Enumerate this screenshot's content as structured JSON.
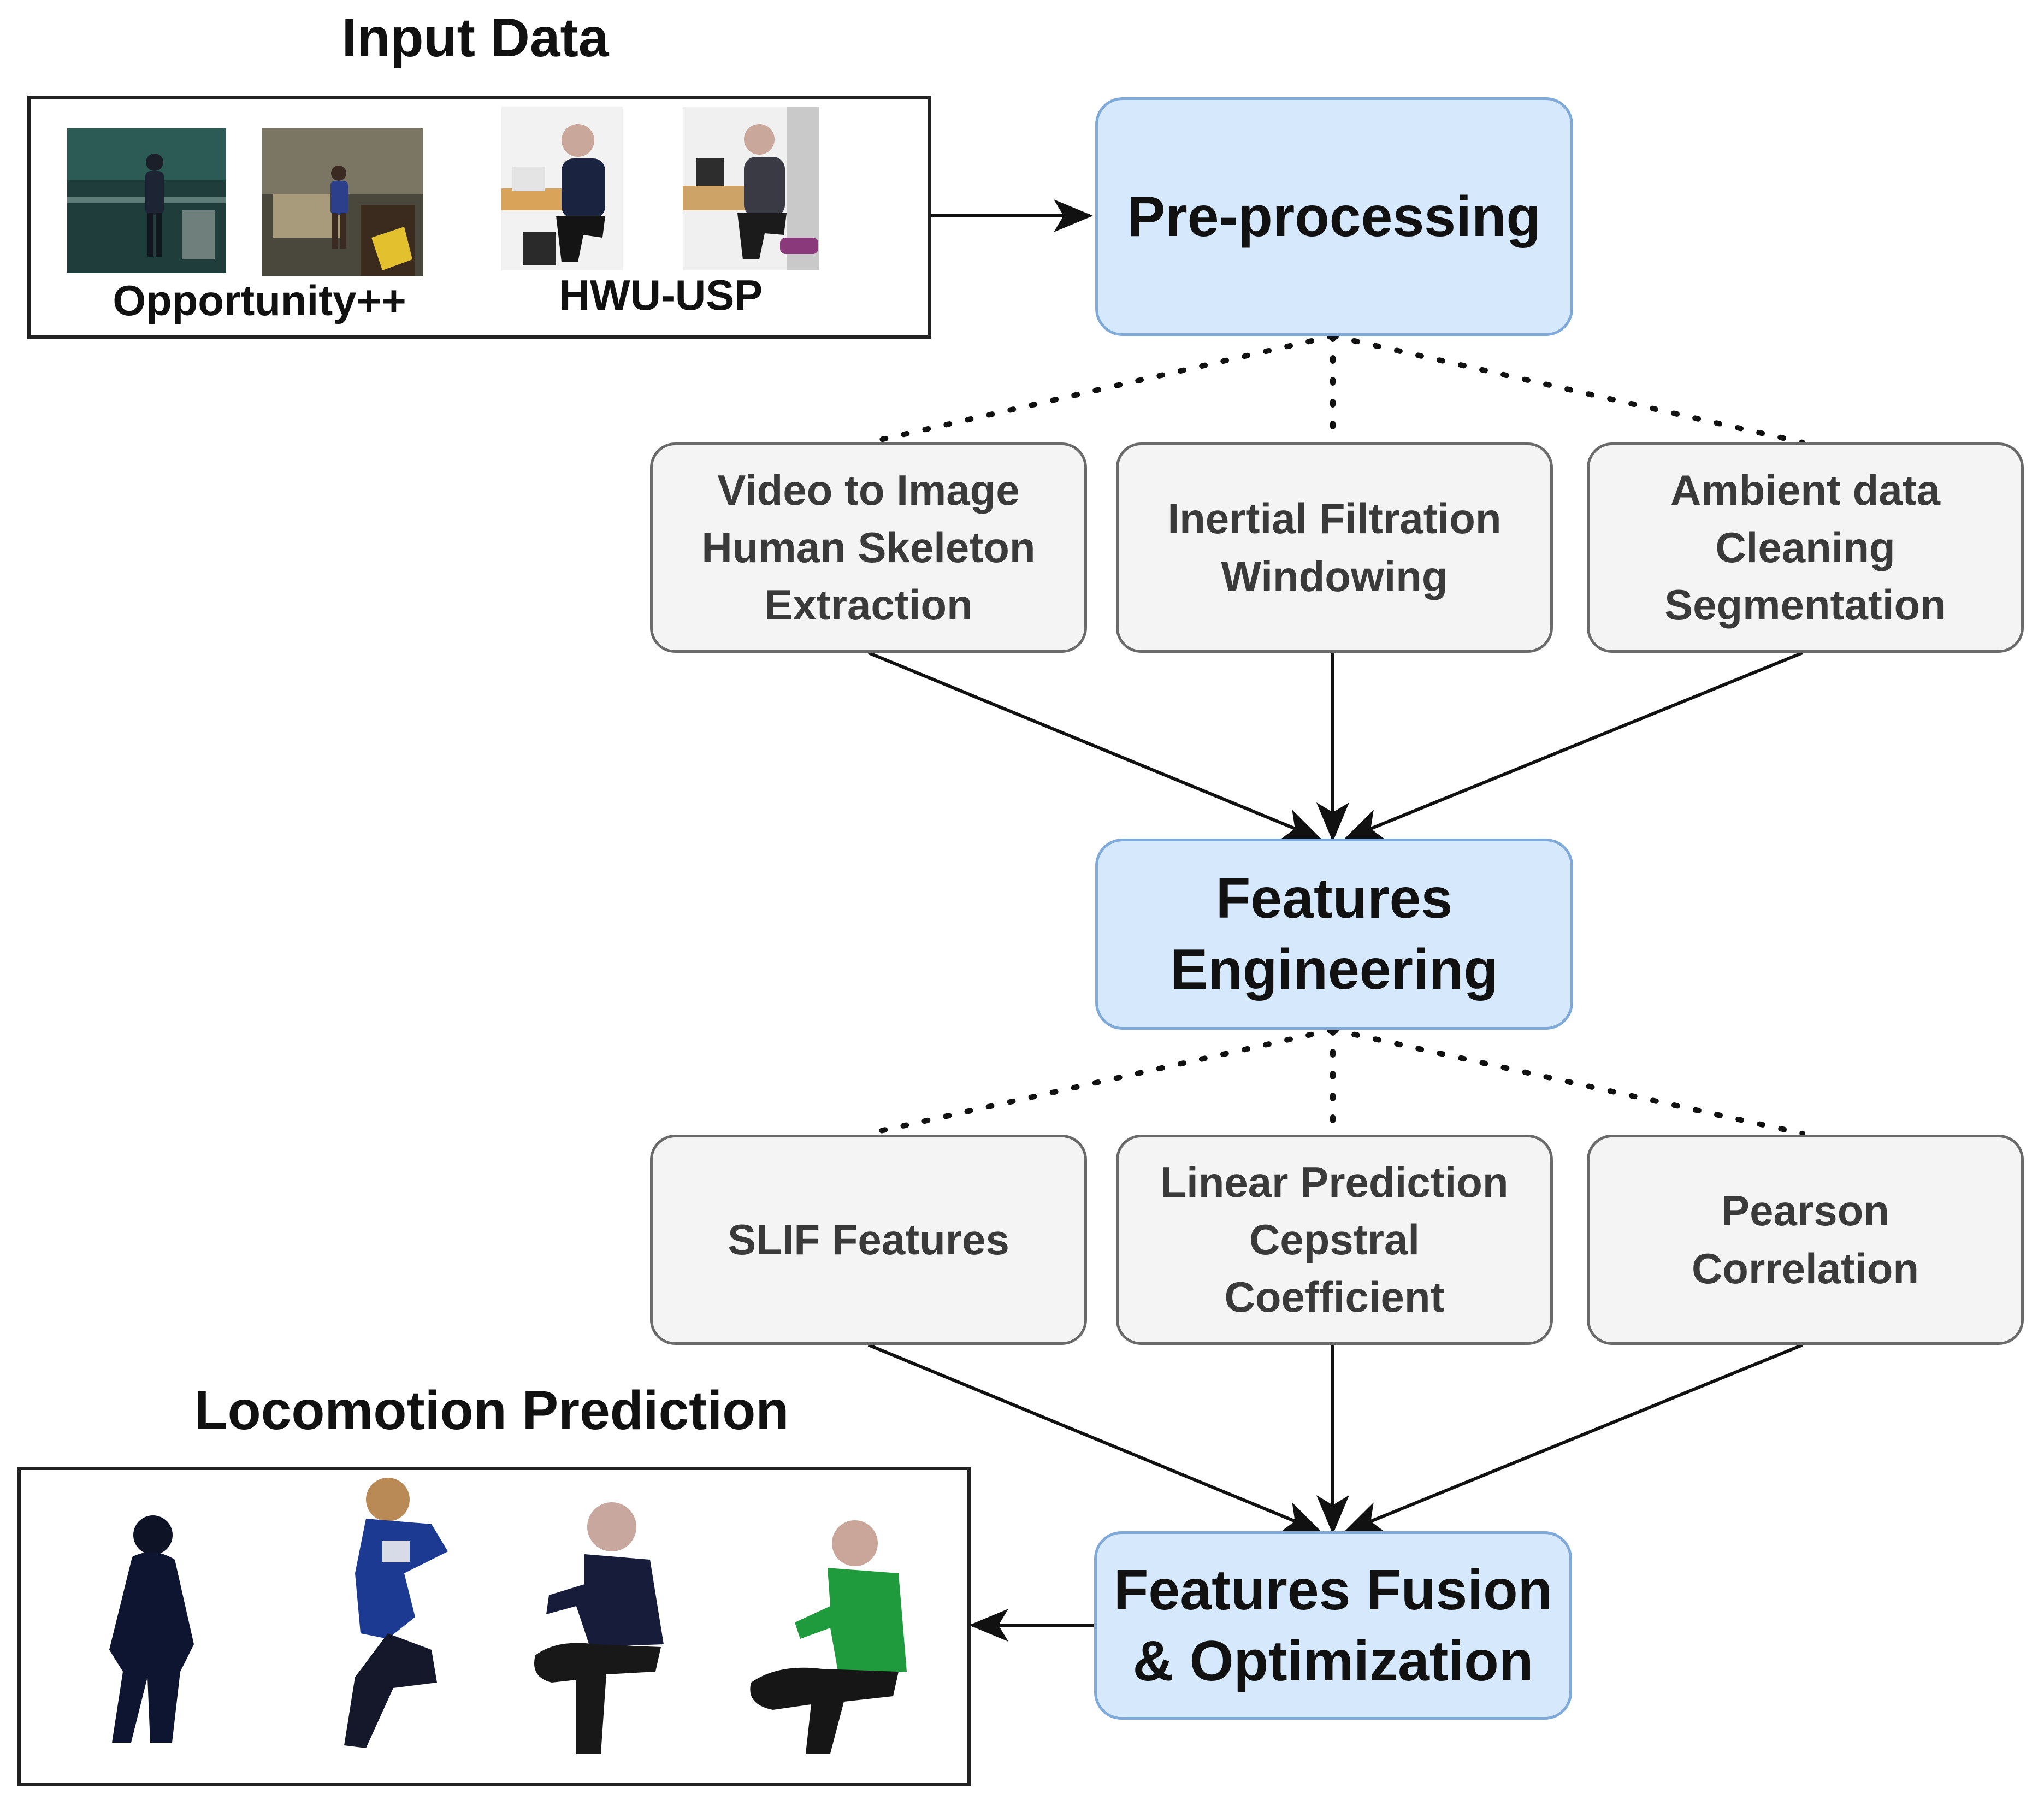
{
  "input": {
    "title": "Input Data",
    "datasets": [
      "Opportunity++",
      "HWU-USP"
    ]
  },
  "output": {
    "title": "Locomotion Prediction"
  },
  "stages": {
    "preprocessing": "Pre-processing",
    "features_engineering": [
      "Features",
      "Engineering"
    ],
    "fusion": [
      "Features Fusion",
      "& Optimization"
    ]
  },
  "preprocessing_steps": [
    [
      "Video to Image",
      "Human Skeleton",
      "Extraction"
    ],
    [
      "Inertial Filtration",
      "Windowing"
    ],
    [
      "Ambient data",
      "Cleaning",
      "Segmentation"
    ]
  ],
  "feature_steps": [
    [
      "SLIF Features"
    ],
    [
      "Linear Prediction",
      "Cepstral",
      "Coefficient"
    ],
    [
      "Pearson",
      "Correlation"
    ]
  ],
  "colors": {
    "stage_fill": "#d6e8fb",
    "stage_border": "#7fa9d8",
    "step_fill": "#f4f4f4",
    "step_border": "#6a6a6a",
    "line": "#111111"
  }
}
